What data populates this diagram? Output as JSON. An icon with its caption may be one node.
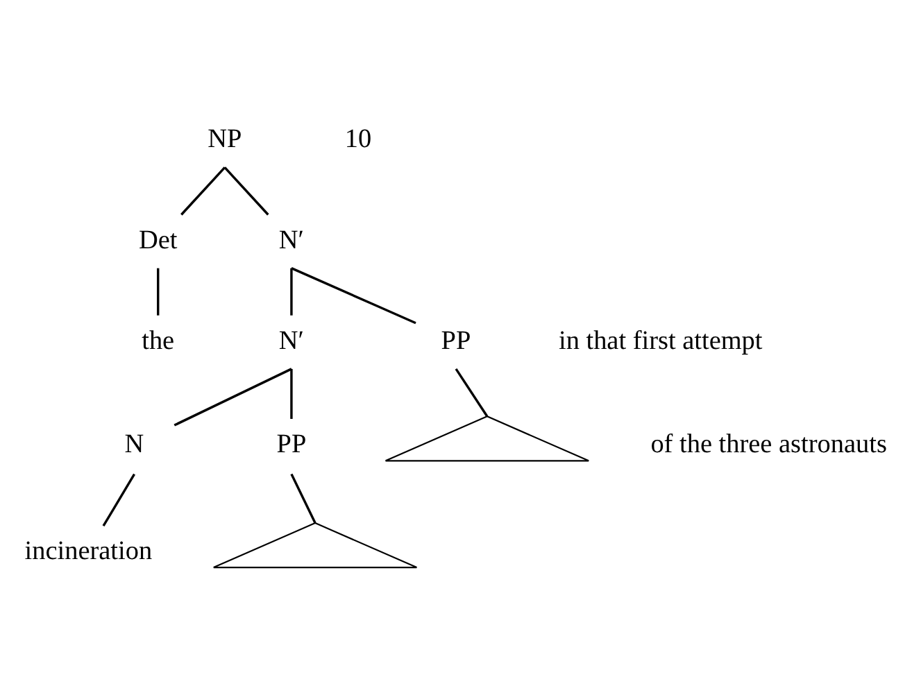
{
  "diagram": {
    "nodes": [
      {
        "text": [
          "NP"
        ]
      },
      {
        "text": [
          "Det"
        ]
      },
      {
        "text": [
          "N′"
        ]
      },
      {
        "text": [
          "the"
        ]
      },
      {
        "text": [
          "N′"
        ]
      },
      {
        "text": [
          "PP"
        ]
      },
      {
        "text": [],
        "shape": "triangle"
      },
      {
        "text": [
          "N"
        ]
      },
      {
        "text": [
          "PP"
        ]
      },
      {
        "text": [
          "in that first attempt"
        ]
      },
      {
        "text": [],
        "shape": "triangle"
      },
      {
        "text": [
          "incineration"
        ]
      },
      {
        "text": [
          "of the three astronauts"
        ]
      }
    ],
    "edges": [
      {
        "from": 0,
        "to": 1,
        "arrow": "none"
      },
      {
        "from": 0,
        "to": 2,
        "arrow": "none"
      },
      {
        "from": 1,
        "to": 3,
        "arrow": "none"
      },
      {
        "from": 2,
        "to": 4,
        "arrow": "none"
      },
      {
        "from": 2,
        "to": 5,
        "arrow": "none"
      },
      {
        "from": 5,
        "to": 6,
        "arrow": "none"
      },
      {
        "from": 4,
        "to": 7,
        "arrow": "none"
      },
      {
        "from": 4,
        "to": 8,
        "arrow": "none"
      },
      {
        "from": 8,
        "to": 10,
        "arrow": "none"
      },
      {
        "from": 7,
        "to": 11,
        "arrow": "none"
      }
    ],
    "labels": [
      "10"
    ]
  }
}
